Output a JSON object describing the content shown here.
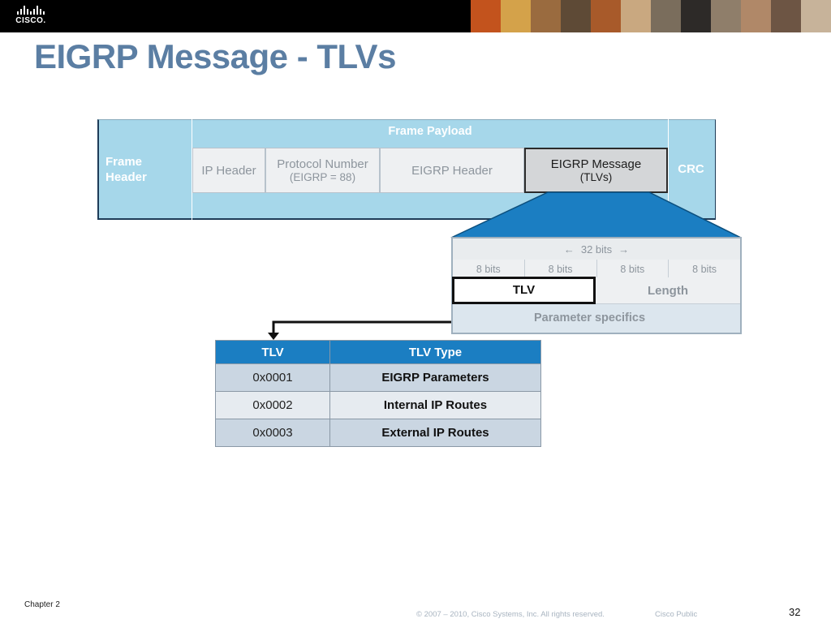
{
  "banner": {
    "logo_text": "CISCO.",
    "colors": {
      "background": "#000000",
      "photos": [
        "#c3531d",
        "#d4a24a",
        "#9a6b3f",
        "#5e4a36",
        "#a85a2a",
        "#c9a880",
        "#7a6d5c",
        "#2d2a28",
        "#8f7e6a",
        "#b08868",
        "#6d5544",
        "#c7b39a"
      ]
    }
  },
  "slide": {
    "title": "EIGRP Message - TLVs"
  },
  "frame": {
    "header_line1": "Frame",
    "header_line2": "Header",
    "payload_label": "Frame  Payload",
    "crc_label": "CRC",
    "cells": {
      "ip_header": "IP Header",
      "protocol_number": "Protocol Number",
      "protocol_sub": "(EIGRP = 88)",
      "eigrp_header": "EIGRP Header",
      "eigrp_message": "EIGRP Message",
      "eigrp_message_sub": "(TLVs)"
    }
  },
  "tlv_format": {
    "width_label": "32 bits",
    "arrow_left": "←",
    "arrow_right": "→",
    "byte_labels": [
      "8 bits",
      "8 bits",
      "8 bits",
      "8 bits"
    ],
    "tlv_label": "TLV",
    "length_label": "Length",
    "param_label": "Parameter specifics"
  },
  "tlv_table": {
    "headers": [
      "TLV",
      "TLV Type"
    ],
    "rows": [
      {
        "code": "0x0001",
        "type": "EIGRP Parameters"
      },
      {
        "code": "0x0002",
        "type": "Internal IP Routes"
      },
      {
        "code": "0x0003",
        "type": "External IP Routes"
      }
    ]
  },
  "footer": {
    "chapter": "Chapter 2",
    "copyright": "© 2007 – 2010, Cisco Systems, Inc. All rights reserved.",
    "classification": "Cisco Public",
    "page_number": "32"
  }
}
